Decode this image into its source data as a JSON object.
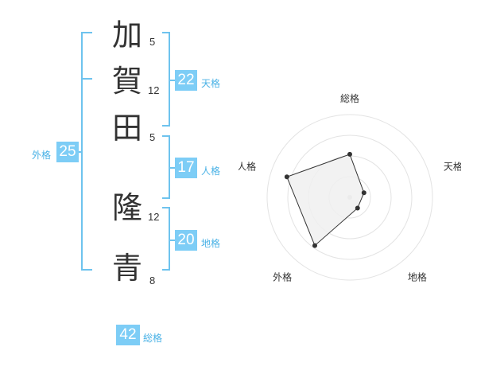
{
  "name": {
    "chars": [
      {
        "char": "加",
        "strokes": "5"
      },
      {
        "char": "賀",
        "strokes": "12"
      },
      {
        "char": "田",
        "strokes": "5"
      },
      {
        "char": "隆",
        "strokes": "12"
      },
      {
        "char": "青",
        "strokes": "8"
      }
    ]
  },
  "fortune": {
    "tenkaku": {
      "value": "22",
      "label": "天格"
    },
    "jinkaku": {
      "value": "17",
      "label": "人格"
    },
    "chikaku": {
      "value": "20",
      "label": "地格"
    },
    "gaikaku": {
      "value": "25",
      "label": "外格"
    },
    "soukaku": {
      "value": "42",
      "label": "総格"
    }
  },
  "chart_data": {
    "type": "radar",
    "axes": [
      "総格",
      "天格",
      "地格",
      "外格",
      "人格"
    ],
    "values": [
      0.52,
      0.18,
      0.16,
      0.72,
      0.8
    ],
    "rings": 4,
    "colors": {
      "fill": "#f0f0f0",
      "stroke": "#333333",
      "ring": "#e3e3e3"
    }
  }
}
